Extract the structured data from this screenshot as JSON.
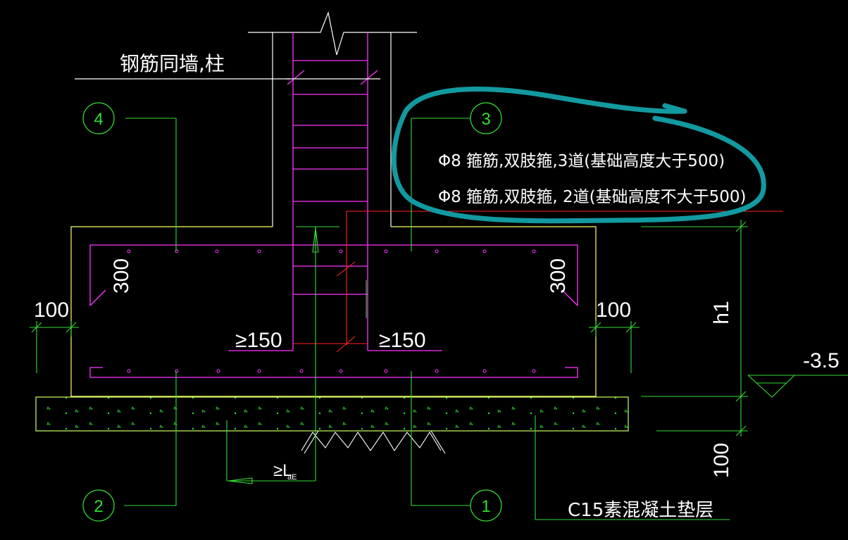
{
  "colors": {
    "background": "#000000",
    "footing_outline": "#ffff66",
    "rebar": "#ff33ff",
    "leader": "#33dd33",
    "text": "#ffffff",
    "section_line": "#ff2222",
    "highlight": "#129aa0"
  },
  "labels": {
    "wall_column_rebar": "钢筋同墙,柱",
    "stirrup_3_ways": "Φ8 箍筋,双肢箍,3道(基础高度大于500)",
    "stirrup_2_ways": "Φ8 箍筋,双肢箍, 2道(基础高度不大于500)",
    "cushion": "C15素混凝土垫层",
    "anchor_len_prefix": "≥L",
    "anchor_len_sub": "aE"
  },
  "dimensions": {
    "hook_left": "300",
    "hook_right": "300",
    "offset_left": "100",
    "offset_right": "100",
    "min_left": "≥150",
    "min_right": "≥150",
    "height": "h1",
    "cushion_thk": "100",
    "elevation": "-3.5"
  },
  "callouts": [
    "1",
    "2",
    "3",
    "4"
  ]
}
